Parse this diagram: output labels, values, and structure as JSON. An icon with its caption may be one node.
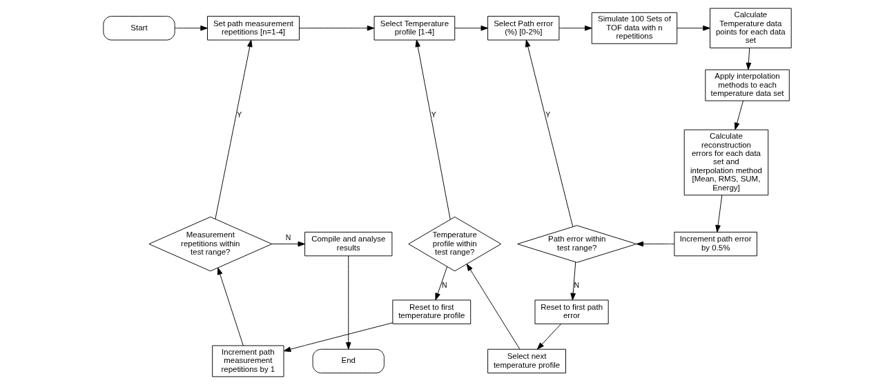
{
  "diagram": {
    "nodes": [
      {
        "text": [
          "Start"
        ]
      },
      {
        "text": [
          "Set path measurement repetitions [n=1-4]"
        ]
      },
      {
        "text": [
          "Select Temperature profile [1-4]"
        ]
      },
      {
        "text": [
          "Select Path error (%) [0-2%]"
        ]
      },
      {
        "text": [
          "Simulate 100 Sets of TOF data with n repetitions"
        ]
      },
      {
        "text": [
          "Calculate Temperature data points for each data set"
        ]
      },
      {
        "text": [
          "Apply interpolation methods to each temperature data set"
        ]
      },
      {
        "text": [
          "Calculate reconstruction errors for each data set and interpolation method [Mean, RMS, SUM, Energy]"
        ]
      },
      {
        "text": [
          "Compile and analyse results"
        ]
      },
      {
        "text": [
          "Measurement repetitions within test range?"
        ]
      },
      {
        "text": [
          "Temperature profile within test range?"
        ]
      },
      {
        "text": [
          "Path error within test range?"
        ]
      },
      {
        "text": [
          "Increment path error by 0.5%"
        ]
      },
      {
        "text": [
          "End"
        ]
      },
      {
        "text": [
          "Increment path measurement repetitions by 1"
        ]
      },
      {
        "text": [
          "Select next temperature profile"
        ]
      },
      {
        "text": [
          "Reset to first temperature profile"
        ]
      },
      {
        "text": [
          "Reset to first path error"
        ]
      }
    ],
    "edges": [
      {
        "from": 0,
        "to": 1,
        "arrow": "to"
      },
      {
        "from": 1,
        "to": 2,
        "arrow": "to"
      },
      {
        "from": 2,
        "to": 3,
        "arrow": "to"
      },
      {
        "from": 3,
        "to": 4,
        "arrow": "to"
      },
      {
        "from": 4,
        "to": 5,
        "arrow": "to"
      },
      {
        "from": 5,
        "to": 6,
        "arrow": "to"
      },
      {
        "from": 6,
        "to": 7,
        "arrow": "to"
      },
      {
        "from": 7,
        "to": 12,
        "arrow": "to"
      },
      {
        "from": 12,
        "to": 11,
        "arrow": "to"
      },
      {
        "from": 9,
        "to": 1,
        "arrow": "to",
        "label": "Y"
      },
      {
        "from": 9,
        "to": 8,
        "arrow": "to",
        "label": "N"
      },
      {
        "from": 8,
        "to": 13,
        "arrow": "to"
      },
      {
        "from": 14,
        "to": 9,
        "arrow": "to"
      },
      {
        "from": 16,
        "to": 14,
        "arrow": "to"
      },
      {
        "from": 10,
        "to": 2,
        "arrow": "to",
        "label": "Y"
      },
      {
        "from": 10,
        "to": 16,
        "arrow": "to",
        "label": "N"
      },
      {
        "from": 15,
        "to": 10,
        "arrow": "to"
      },
      {
        "from": 17,
        "to": 15,
        "arrow": "to"
      },
      {
        "from": 11,
        "to": 3,
        "arrow": "to",
        "label": "Y"
      },
      {
        "from": 11,
        "to": 17,
        "arrow": "to",
        "label": "N"
      }
    ]
  }
}
